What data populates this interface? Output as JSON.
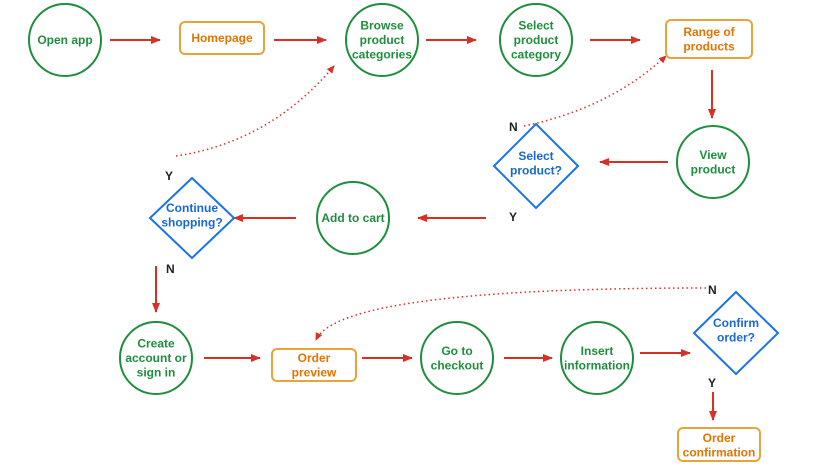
{
  "colors": {
    "green": "#1e8e3e",
    "orange": "#e8a33b",
    "blue": "#1a73e8",
    "arrow": "#d93025"
  },
  "nodes": {
    "open_app": {
      "lines": [
        "Open app"
      ]
    },
    "homepage": {
      "lines": [
        "Homepage"
      ]
    },
    "browse": {
      "lines": [
        "Browse",
        "product",
        "categories"
      ]
    },
    "select_category": {
      "lines": [
        "Select",
        "product",
        "category"
      ]
    },
    "range": {
      "lines": [
        "Range of",
        "products"
      ]
    },
    "view_product": {
      "lines": [
        "View",
        "product"
      ]
    },
    "select_product": {
      "lines": [
        "Select",
        "product?"
      ]
    },
    "add_to_cart": {
      "lines": [
        "Add to cart"
      ]
    },
    "continue_shopping": {
      "lines": [
        "Continue",
        "shopping?"
      ]
    },
    "create_account": {
      "lines": [
        "Create",
        "account or",
        "sign in"
      ]
    },
    "order_preview": {
      "lines": [
        "Order",
        "preview"
      ]
    },
    "checkout": {
      "lines": [
        "Go to",
        "checkout"
      ]
    },
    "insert_info": {
      "lines": [
        "Insert",
        "information"
      ]
    },
    "confirm_order": {
      "lines": [
        "Confirm",
        "order?"
      ]
    },
    "order_confirmation": {
      "lines": [
        "Order",
        "confirmation"
      ]
    }
  },
  "branch_labels": {
    "select_product_no": "N",
    "select_product_yes": "Y",
    "continue_yes": "Y",
    "continue_no": "N",
    "confirm_no": "N",
    "confirm_yes": "Y"
  }
}
